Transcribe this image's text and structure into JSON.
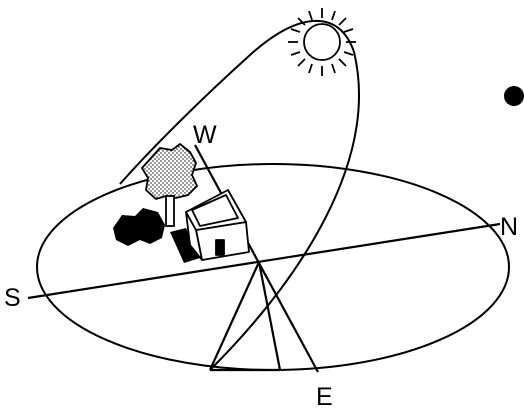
{
  "compass": {
    "north": "N",
    "south": "S",
    "east": "E",
    "west": "W"
  },
  "icons": {
    "sun": "sun-icon",
    "tree": "tree-icon",
    "house": "house-icon",
    "shadow": "shadow-icon",
    "bullet": "bullet-icon"
  },
  "colors": {
    "ink": "#000000",
    "paper": "#ffffff"
  }
}
